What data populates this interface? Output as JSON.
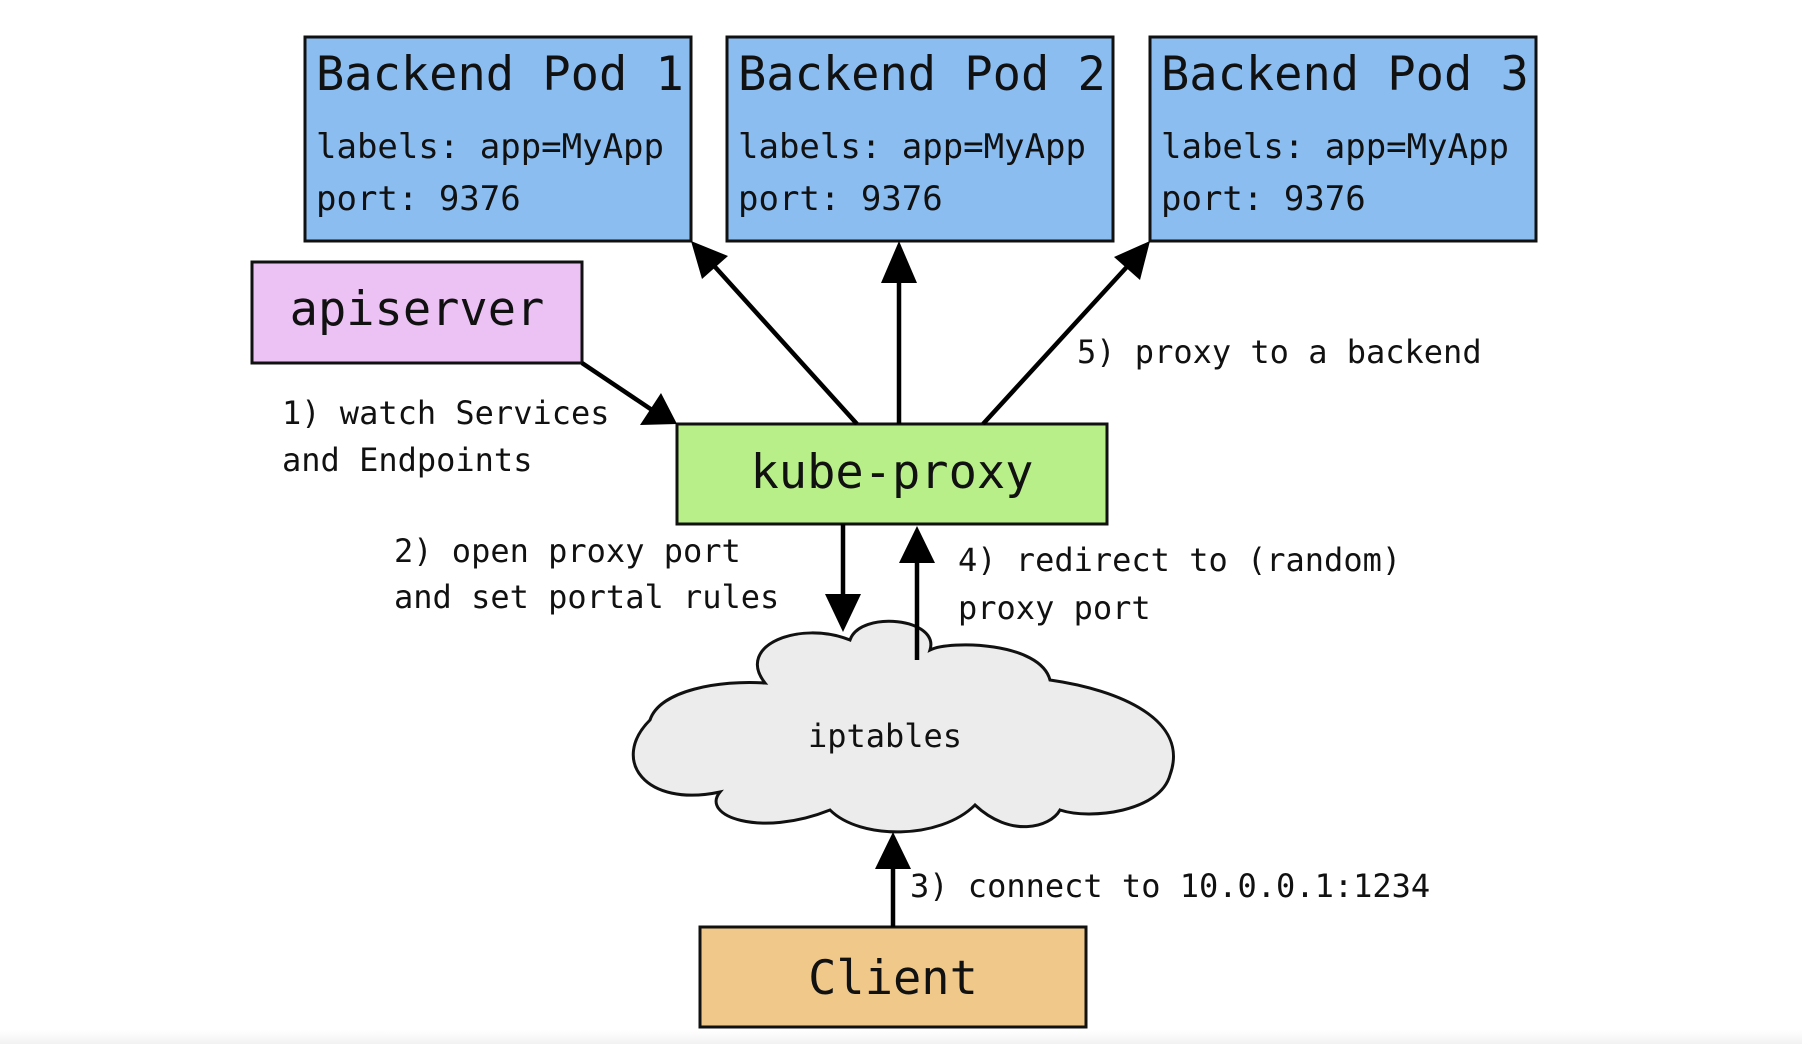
{
  "colors": {
    "pod_fill": "#8bbdf0",
    "apiserver_fill": "#ecc2f4",
    "kube_proxy_fill": "#b8ef88",
    "client_fill": "#f0c98a",
    "cloud_fill": "#ececec",
    "arrow": "#000000"
  },
  "pods": [
    {
      "title": "Backend Pod 1",
      "labels": "labels: app=MyApp",
      "port": "port: 9376"
    },
    {
      "title": "Backend Pod 2",
      "labels": "labels: app=MyApp",
      "port": "port: 9376"
    },
    {
      "title": "Backend Pod 3",
      "labels": "labels: app=MyApp",
      "port": "port: 9376"
    }
  ],
  "apiserver": {
    "label": "apiserver"
  },
  "kube_proxy": {
    "label": "kube-proxy"
  },
  "iptables": {
    "label": "iptables"
  },
  "client": {
    "label": "Client"
  },
  "steps": {
    "step1": [
      "1) watch Services",
      "and Endpoints"
    ],
    "step2": [
      "2) open proxy port",
      "and set portal rules"
    ],
    "step3": [
      "3) connect to 10.0.0.1:1234"
    ],
    "step4": [
      "4) redirect to (random)",
      "proxy port"
    ],
    "step5": [
      "5) proxy to a backend"
    ]
  }
}
